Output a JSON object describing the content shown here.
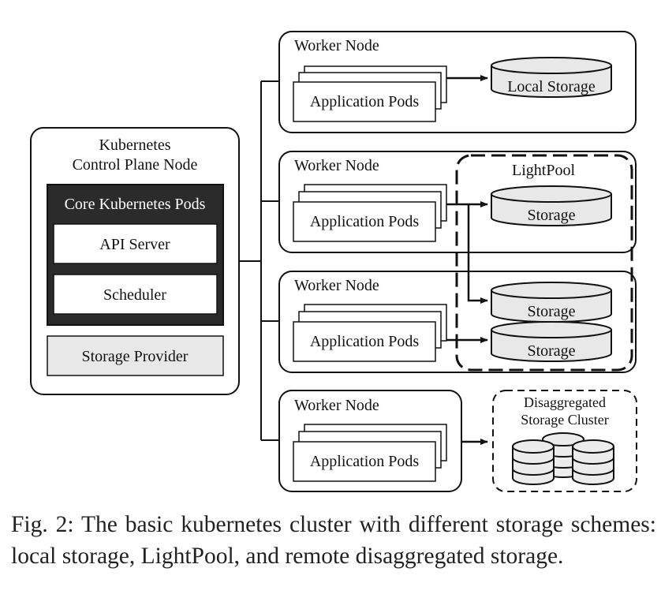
{
  "control_plane": {
    "title_line1": "Kubernetes",
    "title_line2": "Control Plane Node",
    "core_pods_label": "Core Kubernetes Pods",
    "api_server_label": "API Server",
    "scheduler_label": "Scheduler",
    "storage_provider_label": "Storage Provider"
  },
  "worker_nodes": [
    {
      "title": "Worker Node",
      "pods_label": "Application Pods"
    },
    {
      "title": "Worker Node",
      "pods_label": "Application Pods"
    },
    {
      "title": "Worker Node",
      "pods_label": "Application Pods"
    },
    {
      "title": "Worker Node",
      "pods_label": "Application Pods"
    }
  ],
  "storage": {
    "local": "Local Storage",
    "lightpool_title": "LightPool",
    "lightpool_storage_1": "Storage",
    "lightpool_storage_2": "Storage",
    "lightpool_storage_3": "Storage",
    "disaggregated_line1": "Disaggregated",
    "disaggregated_line2": "Storage Cluster"
  },
  "caption": "Fig. 2: The basic kubernetes cluster with different storage schemes: local storage, LightPool, and remote disaggregated storage."
}
